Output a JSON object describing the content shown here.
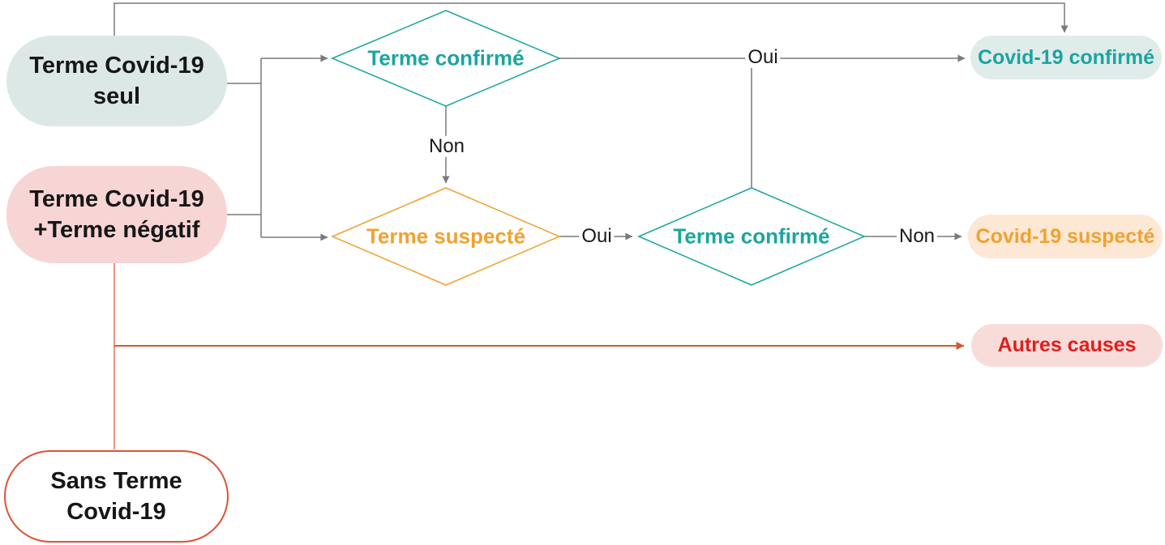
{
  "colors": {
    "teal": "#1ba5a0",
    "teal_fill": "#dbe8e6",
    "teal_fill_light": "#e0ecea",
    "orange": "#f0a22f",
    "orange_fill": "#fce8d5",
    "pink_fill": "#f7d5d4",
    "red": "#e01e1e",
    "red_fill": "#f8dcda",
    "arrow_orange": "#d4582a",
    "line_salmon": "#e27a62",
    "box_border_red": "#df5134",
    "line_gray": "#7a7a7a",
    "text_black": "#161616"
  },
  "nodes": {
    "terme_covid_seul": {
      "line1": "Terme Covid-19",
      "line2": "seul"
    },
    "terme_covid_negatif": {
      "line1": "Terme Covid-19",
      "line2": "+Terme négatif"
    },
    "sans_terme_covid": {
      "line1": "Sans Terme",
      "line2": "Covid-19"
    },
    "decision_terme_confirme_1": "Terme confirmé",
    "decision_terme_suspecte": "Terme suspecté",
    "decision_terme_confirme_2": "Terme confirmé",
    "result_covid_confirme": "Covid-19 confirmé",
    "result_covid_suspecte": "Covid-19 suspecté",
    "result_autres_causes": "Autres causes"
  },
  "edge_labels": {
    "oui_confirme_1": "Oui",
    "non_confirme_1": "Non",
    "oui_suspecte": "Oui",
    "non_confirme_2": "Non"
  }
}
